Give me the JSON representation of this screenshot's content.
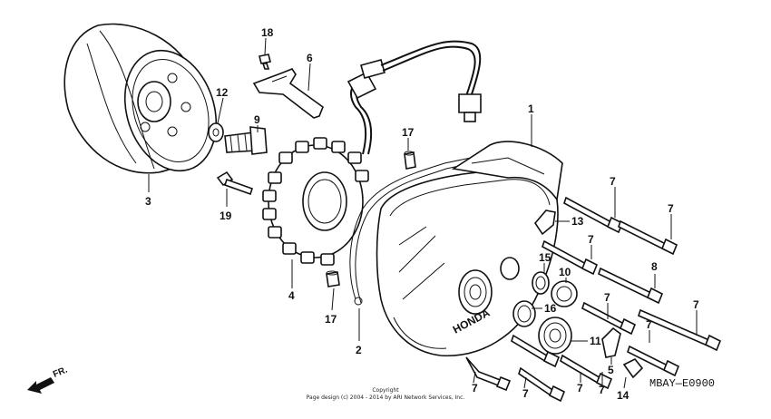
{
  "diagram": {
    "code": "MBAY—E0900",
    "copyright_line1": "Copyright",
    "copyright_line2": "Page design (c) 2004 - 2014 by ARI Network Services, Inc.",
    "direction_label": "FR.",
    "cover_logo": "HONDA",
    "callouts": {
      "p1": "1",
      "p2": "2",
      "p3": "3",
      "p4": "4",
      "p5": "5",
      "p6": "6",
      "p7": "7",
      "p8": "8",
      "p9": "9",
      "p10": "10",
      "p11": "11",
      "p12": "12",
      "p13": "13",
      "p14": "14",
      "p15": "15",
      "p16": "16",
      "p17": "17",
      "p18": "18",
      "p19": "19"
    }
  }
}
